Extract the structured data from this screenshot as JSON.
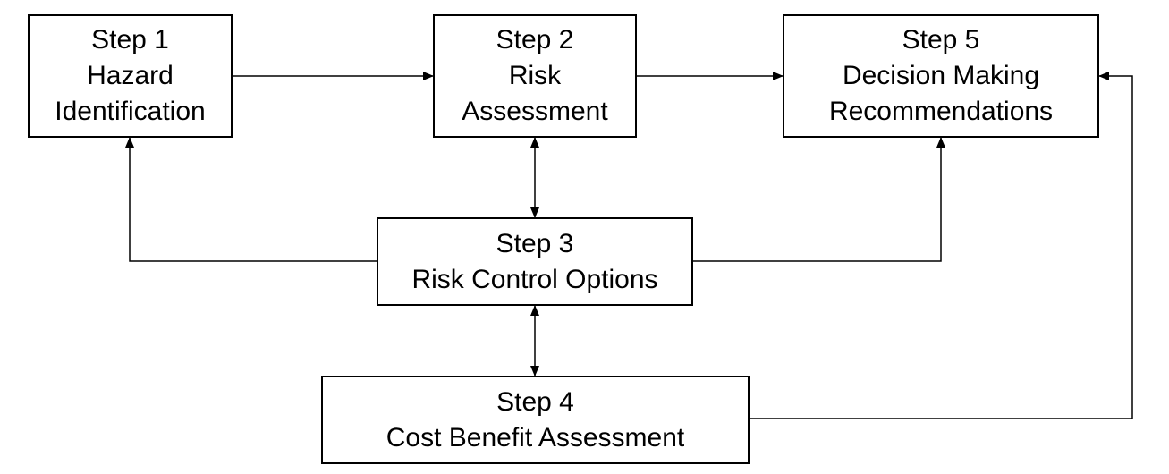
{
  "diagram": {
    "steps": {
      "step1": {
        "number": "Step 1",
        "line1": "Hazard",
        "line2": "Identification"
      },
      "step2": {
        "number": "Step 2",
        "line1": "Risk",
        "line2": "Assessment"
      },
      "step3": {
        "number": "Step 3",
        "line1": "Risk Control Options"
      },
      "step4": {
        "number": "Step 4",
        "line1": "Cost Benefit Assessment"
      },
      "step5": {
        "number": "Step 5",
        "line1": "Decision Making",
        "line2": "Recommendations"
      }
    },
    "connections": [
      {
        "from": "step1",
        "to": "step2",
        "direction": "forward"
      },
      {
        "from": "step2",
        "to": "step5",
        "direction": "forward"
      },
      {
        "from": "step2",
        "to": "step3",
        "direction": "both"
      },
      {
        "from": "step3",
        "to": "step4",
        "direction": "both"
      },
      {
        "from": "step3",
        "to": "step1",
        "direction": "forward"
      },
      {
        "from": "step3",
        "to": "step5",
        "direction": "forward"
      },
      {
        "from": "step4",
        "to": "step5",
        "direction": "forward"
      }
    ],
    "colors": {
      "line": "#000000",
      "box_border": "#000000",
      "background": "#ffffff"
    }
  }
}
